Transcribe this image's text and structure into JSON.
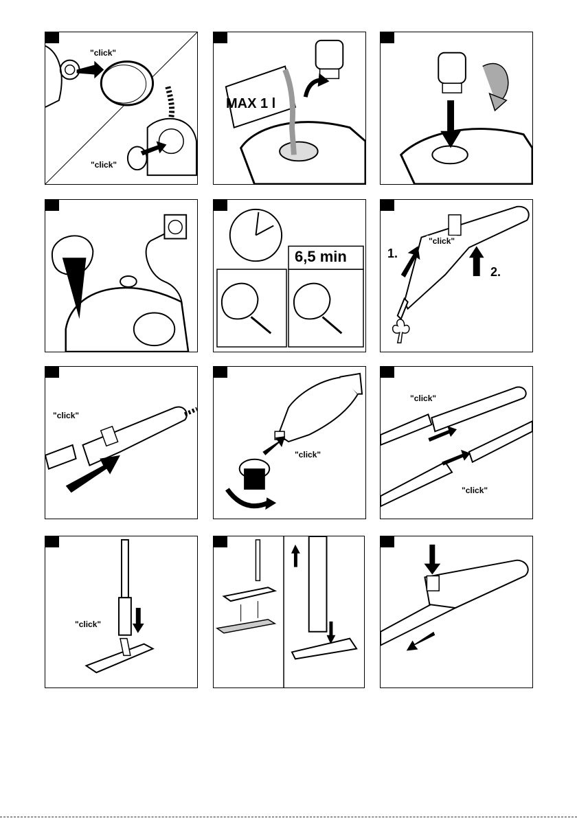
{
  "labels": {
    "click": "\"click\"",
    "max_volume": "MAX 1 l",
    "heat_time": "6,5 min",
    "step_one": "1.",
    "step_two": "2."
  }
}
